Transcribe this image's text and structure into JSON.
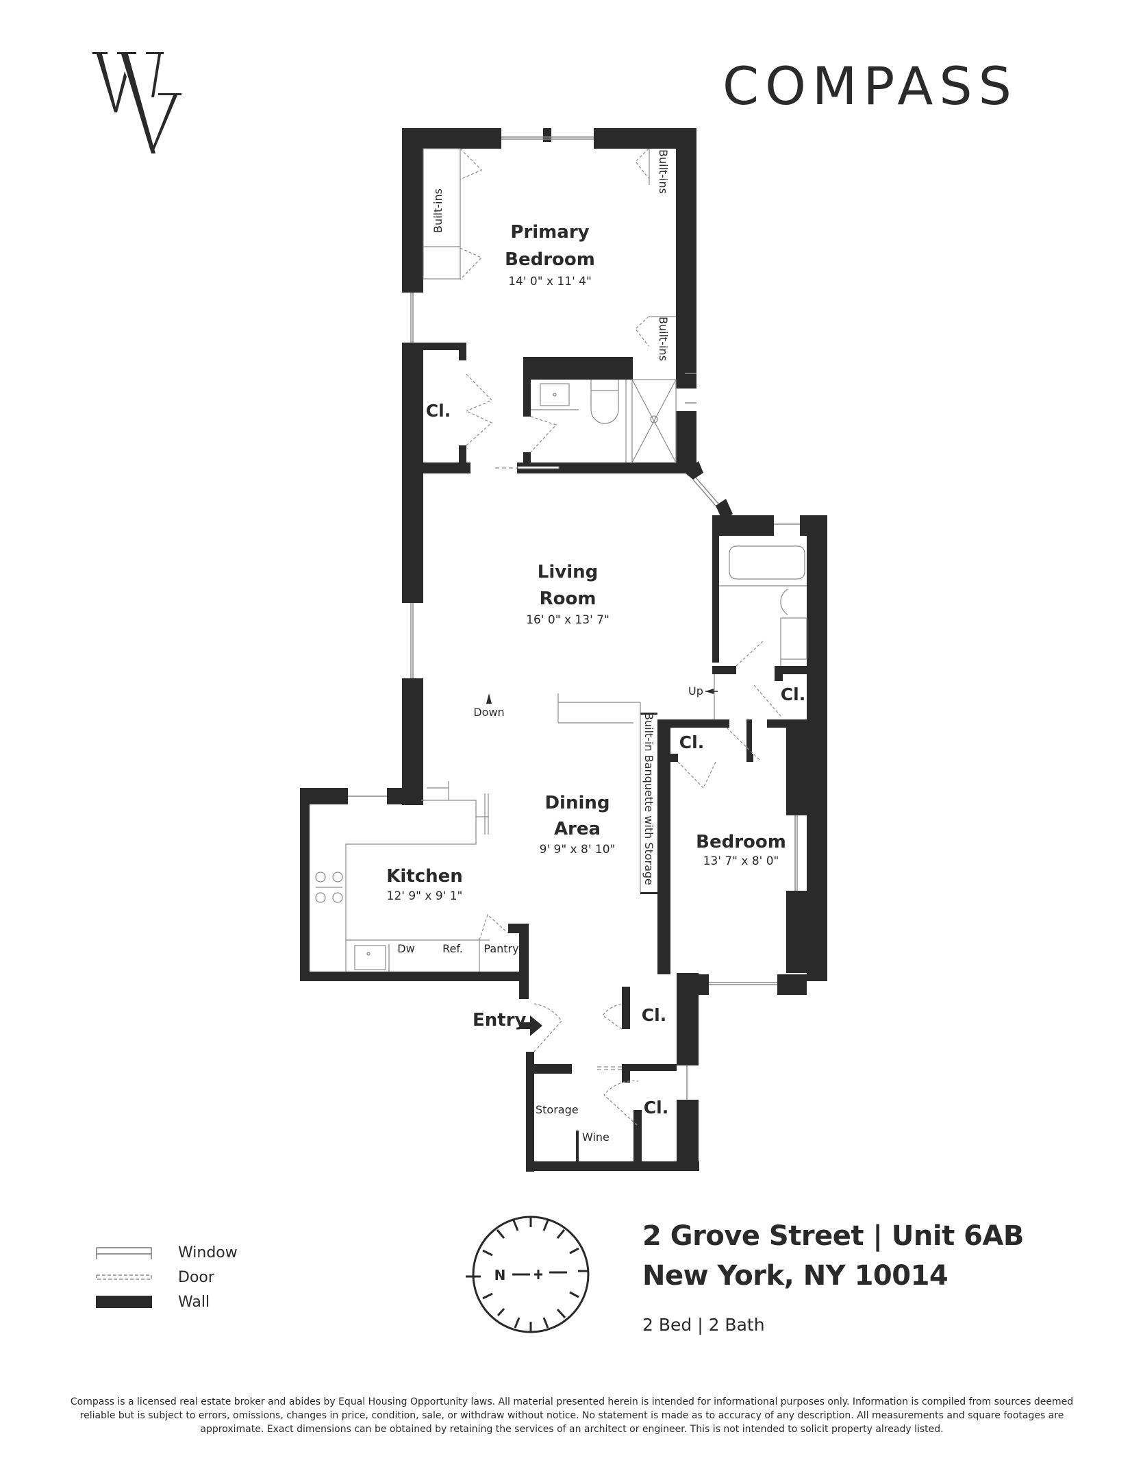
{
  "branding": {
    "team_logo": "WV",
    "brokerage_logo": "COMPASS"
  },
  "floorplan": {
    "rooms": [
      {
        "id": "primary-bedroom",
        "name_line1": "Primary",
        "name_line2": "Bedroom",
        "dimensions": "14' 0\" x 11' 4\""
      },
      {
        "id": "living-room",
        "name_line1": "Living",
        "name_line2": "Room",
        "dimensions": "16' 0\" x 13' 7\""
      },
      {
        "id": "dining-area",
        "name_line1": "Dining",
        "name_line2": "Area",
        "dimensions": "9' 9\" x 8' 10\""
      },
      {
        "id": "kitchen",
        "name_line1": "Kitchen",
        "dimensions": "12' 9\" x 9' 1\""
      },
      {
        "id": "bedroom",
        "name_line1": "Bedroom",
        "dimensions": "13' 7\" x 8' 0\""
      }
    ],
    "labels": {
      "built_ins": "Built-ins",
      "closet": "Cl.",
      "banquette": "Built-in Banquette with Storage",
      "up": "Up",
      "down": "Down",
      "dw": "Dw",
      "ref": "Ref.",
      "pantry": "Pantry",
      "entry": "Entry",
      "storage": "Storage",
      "wine": "Wine"
    },
    "colors": {
      "wall": "#2a2a2a",
      "fixture_line": "#8a8a8a",
      "background": "#ffffff"
    }
  },
  "legend": {
    "items": [
      {
        "symbol": "window",
        "label": "Window"
      },
      {
        "symbol": "door",
        "label": "Door"
      },
      {
        "symbol": "wall",
        "label": "Wall"
      }
    ]
  },
  "compass_rose": {
    "north_label": "N"
  },
  "property": {
    "address_line1": "2 Grove Street | Unit 6AB",
    "address_line2": "New York, NY 10014",
    "beds_baths": "2 Bed | 2 Bath"
  },
  "disclaimer": "Compass is a licensed real estate broker and abides by Equal Housing Opportunity laws. All material presented herein is intended for informational purposes only. Information is compiled from sources deemed reliable but is subject to errors, omissions, changes in price, condition, sale, or withdraw without notice. No statement is made as to accuracy of any description. All measurements and square footages are approximate. Exact dimensions can be obtained by retaining the services of an architect or engineer. This is not intended to solicit property already listed."
}
